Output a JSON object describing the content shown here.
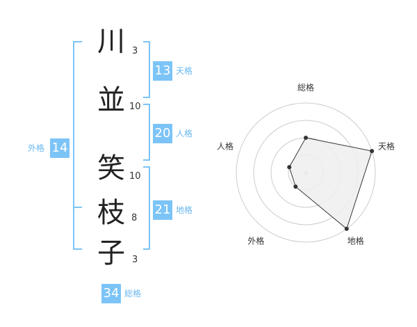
{
  "name_chars": [
    {
      "char": "川",
      "strokes": "3"
    },
    {
      "char": "並",
      "strokes": "10"
    },
    {
      "char": "笑",
      "strokes": "10"
    },
    {
      "char": "枝",
      "strokes": "8"
    },
    {
      "char": "子",
      "strokes": "3"
    }
  ],
  "fortunes": {
    "tenkaku": {
      "value": "13",
      "label": "天格"
    },
    "jinkaku": {
      "value": "20",
      "label": "人格"
    },
    "chikaku": {
      "value": "21",
      "label": "地格"
    },
    "gaikaku": {
      "value": "14",
      "label": "外格"
    },
    "soukaku": {
      "value": "34",
      "label": "総格"
    }
  },
  "chart_data": {
    "type": "radar",
    "axes": [
      "総格",
      "天格",
      "地格",
      "外格",
      "人格"
    ],
    "values": [
      2,
      4,
      4,
      1,
      1
    ],
    "max": 4,
    "colors": {
      "bracket": "#7cc4f7",
      "fill": "#eeeeee",
      "line": "#333333",
      "ring": "#cccccc"
    }
  }
}
